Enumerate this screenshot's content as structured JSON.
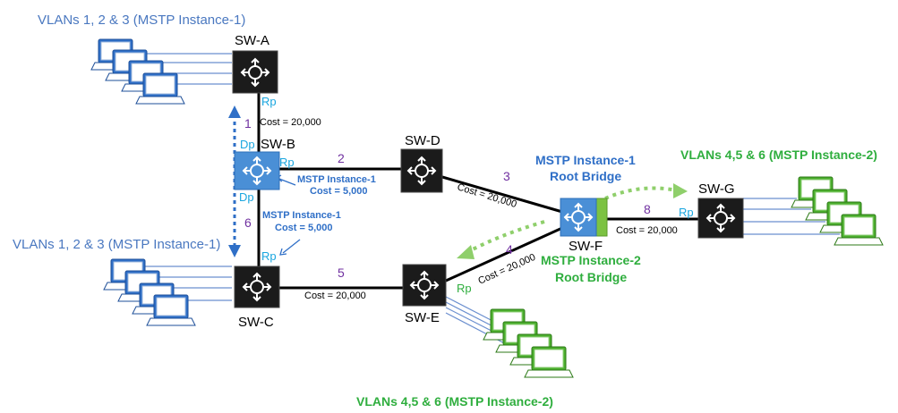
{
  "colors": {
    "blue_text": "#4a78c0",
    "green_text": "#2fae3e",
    "purple_num": "#7030a0",
    "port_cyan": "#1aa6df",
    "switch_dark": "#1b1b1b",
    "switch_blue": "#4a8fd6",
    "switch_green": "#7cc242",
    "pc_blue": "#2f6fc7",
    "pc_green": "#4caf2e"
  },
  "groups": {
    "top_left": "VLANs 1, 2 & 3 (MSTP Instance-1)",
    "mid_left": "VLANs 1, 2 & 3 (MSTP Instance-1)",
    "top_right": "VLANs 4,5 & 6 (MSTP Instance-2)",
    "bottom": "VLANs 4,5 & 6 (MSTP Instance-2)"
  },
  "switches": {
    "a": "SW-A",
    "b": "SW-B",
    "c": "SW-C",
    "d": "SW-D",
    "e": "SW-E",
    "f": "SW-F",
    "g": "SW-G"
  },
  "ports": {
    "a_rp": "Rp",
    "b_dp_top": "Dp",
    "b_rp": "Rp",
    "b_dp_bottom": "Dp",
    "c_rp": "Rp",
    "e_rp": "Rp",
    "g_rp": "Rp"
  },
  "links": {
    "n1": "1",
    "n2": "2",
    "n3": "3",
    "n4": "4",
    "n5": "5",
    "n6": "6",
    "n8": "8"
  },
  "costs": {
    "ab": "Cost = 20,000",
    "df": "Cost = 20,000",
    "ef": "Cost = 20,000",
    "ce": "Cost = 20,000",
    "fg": "Cost = 20,000"
  },
  "annotations": {
    "bd_line1": "MSTP Instance-1",
    "bd_line2": "Cost = 5,000",
    "bc_line1": "MSTP Instance-1",
    "bc_line2": "Cost = 5,000",
    "root1_line1": "MSTP Instance-1",
    "root1_line2": "Root Bridge",
    "root2_line1": "MSTP Instance-2",
    "root2_line2": "Root Bridge"
  }
}
